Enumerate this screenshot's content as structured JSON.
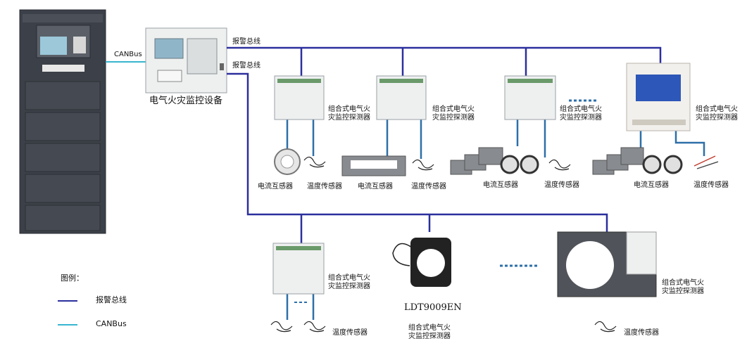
{
  "labels": {
    "canbus_link": "CANBus",
    "alarm_bus_top": "报警总线",
    "alarm_bus_bottom": "报警总线",
    "monitor_device": "电气火灾监控设备",
    "detector_line1": "组合式电气火",
    "detector_line2": "灾监控探测器",
    "cur_sensor": "电流互感器",
    "temp_sensor": "温度传感器",
    "model_ldt": "LDT9009EN",
    "legend_title": "图例：",
    "legend_alarm": "报警总线",
    "legend_canbus": "CANBus",
    "dots": "........"
  },
  "colors": {
    "alarm_bus": "#2b2f9e",
    "canbus": "#37b6d0",
    "sensor_link": "#2d6fa8",
    "cabinet": "#3c4048",
    "device_body": "#eef0f0"
  }
}
